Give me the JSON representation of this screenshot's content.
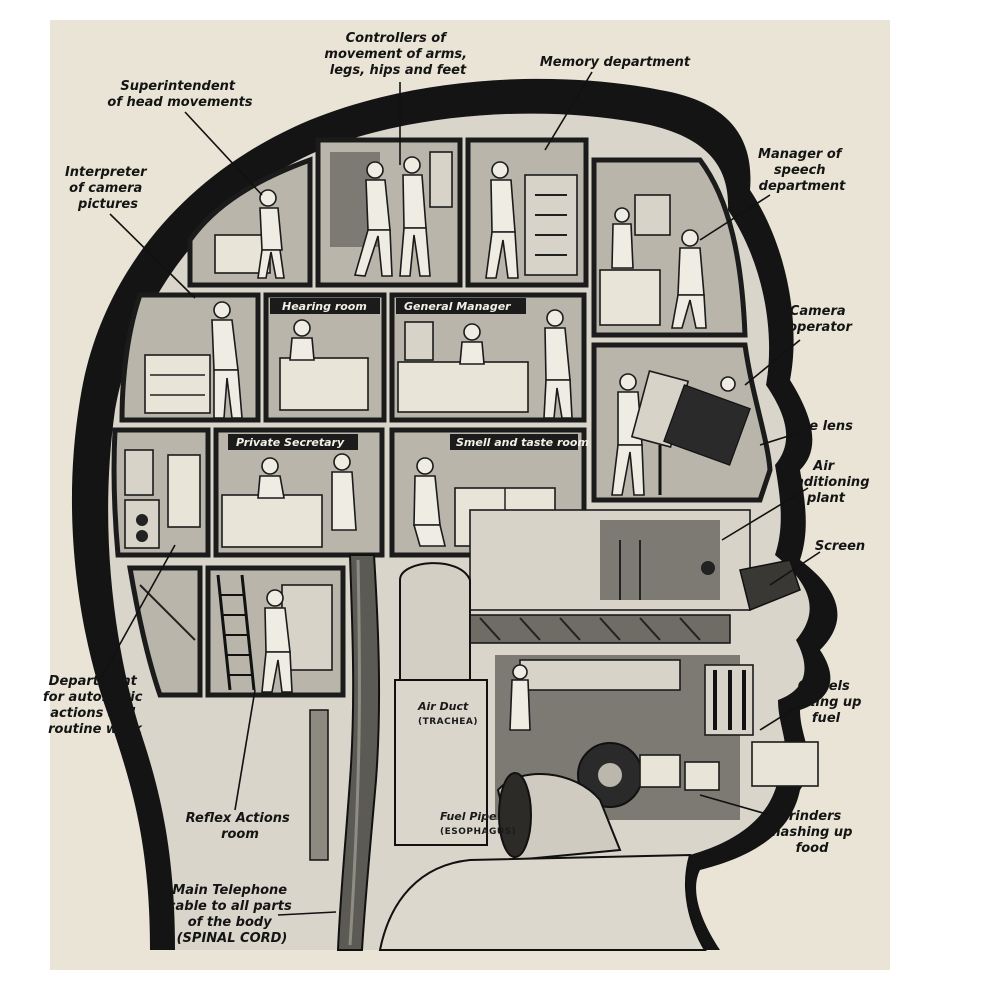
{
  "callouts": {
    "controllers": [
      "Controllers of",
      "movement of arms,",
      "legs, hips and feet"
    ],
    "memory": [
      "Memory department"
    ],
    "superintendent": [
      "Superintendent",
      "of head movements"
    ],
    "interpreter": [
      "Interpreter",
      "of camera",
      "pictures"
    ],
    "speech": [
      "Manager of",
      "speech",
      "department"
    ],
    "camera_operator": [
      "Camera",
      "operator"
    ],
    "lens": [
      "The lens"
    ],
    "air_conditioning": [
      "Air",
      "conditioning",
      "plant"
    ],
    "screen": [
      "Screen"
    ],
    "chisels": [
      "Chisels",
      "cutting up",
      "fuel"
    ],
    "grinders": [
      "Grinders",
      "mashing up",
      "food"
    ],
    "automatic": [
      "Department",
      "for automatic",
      "actions and",
      "routine work"
    ],
    "reflex": [
      "Reflex Actions",
      "room"
    ],
    "telephone": [
      "Main Telephone",
      "cable to all parts",
      "of the body",
      "(SPINAL CORD)"
    ]
  },
  "room_signs": {
    "hearing": "Hearing room",
    "general_manager": "General Manager",
    "private_secretary": "Private Secretary",
    "smell_taste": "Smell and taste room"
  },
  "ducts": {
    "air_duct": "Air Duct",
    "air_duct_sub": "(TRACHEA)",
    "fuel_pipe": "Fuel Pipe",
    "fuel_pipe_sub": "(ESOPHAGUS)"
  }
}
